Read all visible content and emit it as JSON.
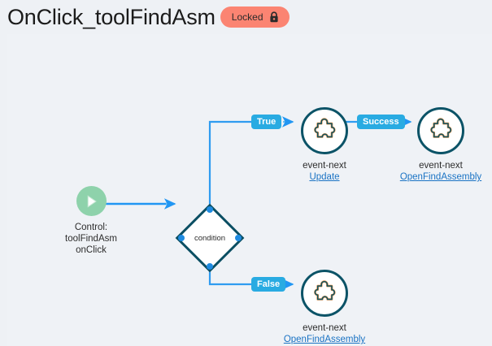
{
  "header": {
    "title": "OnClick_toolFindAsm",
    "badge": {
      "label": "Locked",
      "icon": "lock-icon",
      "background": "#fb8472",
      "text_color": "#2b2b2b"
    }
  },
  "canvas": {
    "background": "#eff2f6",
    "accent_edge_color": "#2196f3",
    "node_outline_color": "#0b5367"
  },
  "chart_data": {
    "type": "diagram",
    "title": "OnClick_toolFindAsm",
    "nodes": [
      {
        "id": "start",
        "kind": "start-control",
        "icon": "play-icon",
        "label": "Control:\ntoolFindAsm\nonClick",
        "color": "#8ed2ab"
      },
      {
        "id": "condition",
        "kind": "decision-diamond",
        "label": "condition",
        "outline": "#0b4f63",
        "ports": [
          "top",
          "right",
          "bottom",
          "left"
        ]
      },
      {
        "id": "update",
        "kind": "event-next",
        "icon": "puzzle-piece-icon",
        "type_label": "event-next",
        "link_label": "Update"
      },
      {
        "id": "open-find-assembly-success",
        "kind": "event-next",
        "icon": "puzzle-piece-icon",
        "type_label": "event-next",
        "link_label": "OpenFindAssembly"
      },
      {
        "id": "open-find-assembly-false",
        "kind": "event-next",
        "icon": "puzzle-piece-icon",
        "type_label": "event-next",
        "link_label": "OpenFindAssembly"
      }
    ],
    "edges": [
      {
        "from": "start",
        "to": "condition",
        "label": ""
      },
      {
        "from": "condition",
        "to": "update",
        "label": "True"
      },
      {
        "from": "update",
        "to": "open-find-assembly-success",
        "label": "Success"
      },
      {
        "from": "condition",
        "to": "open-find-assembly-false",
        "label": "False"
      }
    ],
    "edge_labels": [
      "True",
      "Success",
      "False"
    ]
  }
}
